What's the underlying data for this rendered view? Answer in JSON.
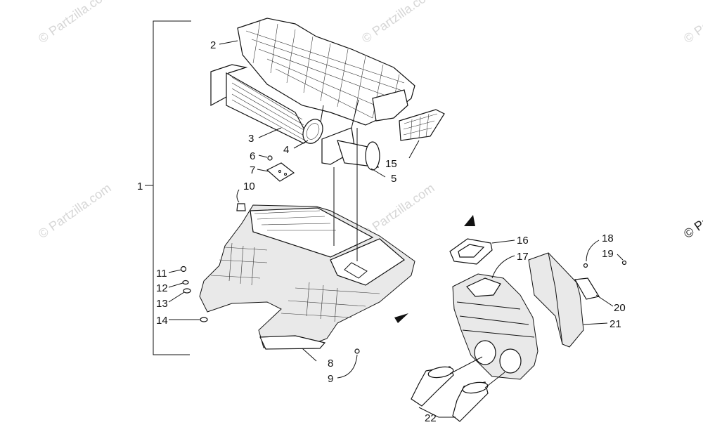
{
  "watermark": "© Partzilla.com",
  "callouts": {
    "c1": "1",
    "c2": "2",
    "c3": "3",
    "c4": "4",
    "c5": "5",
    "c6": "6",
    "c7": "7",
    "c8": "8",
    "c9": "9",
    "c10": "10",
    "c11": "11",
    "c12": "12",
    "c13": "13",
    "c14": "14",
    "c15": "15",
    "c16": "16",
    "c17": "17",
    "c18": "18",
    "c19": "19",
    "c20": "20",
    "c21": "21",
    "c22": "22"
  },
  "icons": {
    "direction_arrow": "black-triangle-arrow-icon"
  }
}
